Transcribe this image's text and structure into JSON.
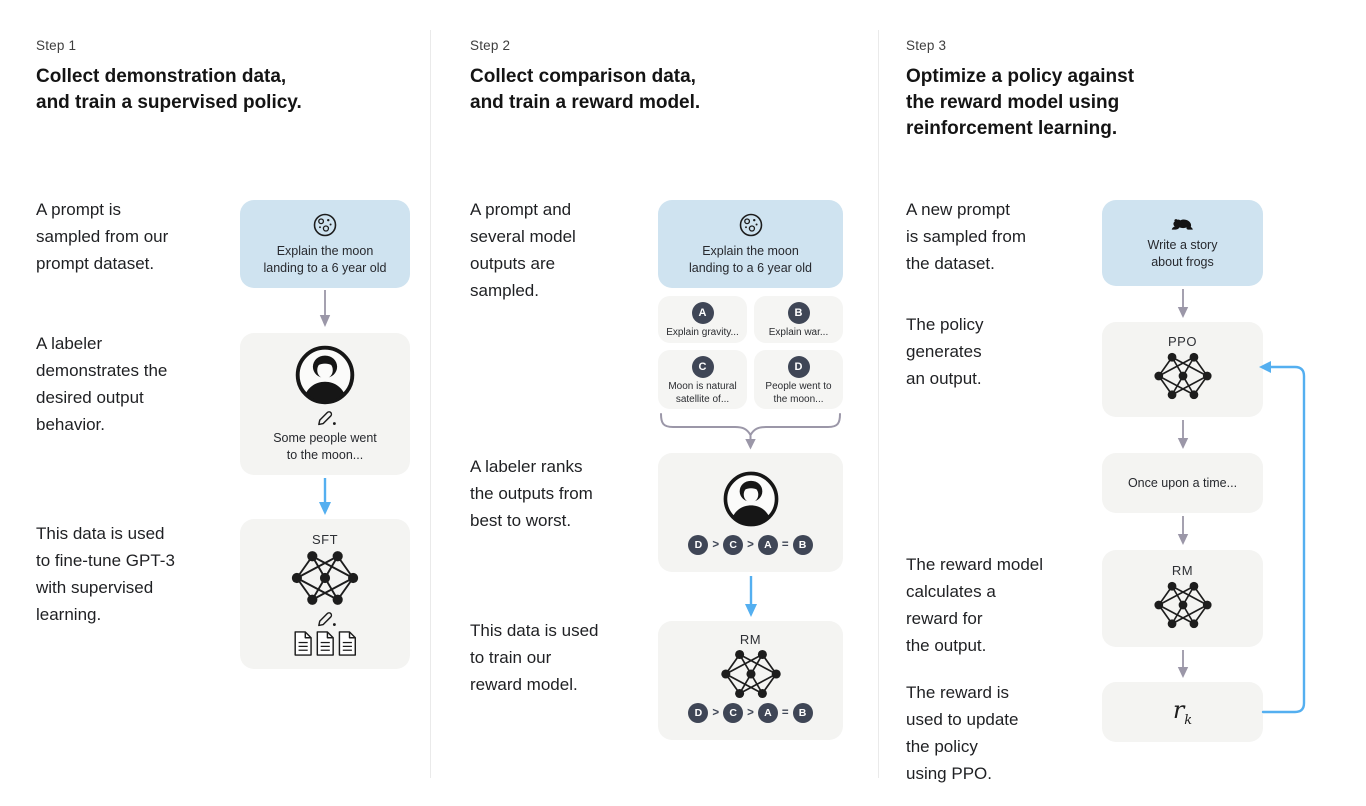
{
  "colors": {
    "prompt_box_blue": "#cfe3f0",
    "panel_gray": "#f4f4f2",
    "badge_slate": "#3f4656",
    "arrow_gray": "#9b97a8",
    "arrow_blue": "#54aff0",
    "text_dark": "#1f2023"
  },
  "steps": [
    {
      "step_label": "Step 1",
      "title": "Collect demonstration data,\nand train a supervised policy.",
      "paragraphs": [
        "A prompt is\nsampled from our\nprompt dataset.",
        "A labeler\ndemonstrates the\ndesired output\nbehavior.",
        "This data is used\nto fine-tune GPT-3\nwith supervised\nlearning."
      ],
      "prompt_box": {
        "icon": "moon-icon",
        "text": "Explain the moon\nlanding to a 6 year old"
      },
      "labeler_box": {
        "icon": "labeler-avatar-icon",
        "secondary_icon": "pencil-icon",
        "text": "Some people went\nto the moon..."
      },
      "sft_box": {
        "label": "SFT",
        "icons": [
          "neural-network-icon",
          "pencil-icon",
          "documents-icon"
        ]
      }
    },
    {
      "step_label": "Step 2",
      "title": "Collect comparison data,\nand train a reward model.",
      "paragraphs": [
        "A prompt and\nseveral model\noutputs are\nsampled.",
        "A labeler ranks\nthe outputs from\nbest to worst.",
        "This data is used\nto train our\nreward model."
      ],
      "prompt_box": {
        "icon": "moon-icon",
        "text": "Explain the moon\nlanding to a 6 year old"
      },
      "outputs": [
        {
          "badge": "A",
          "label": "Explain gravity..."
        },
        {
          "badge": "B",
          "label": "Explain war..."
        },
        {
          "badge": "C",
          "label": "Moon is natural\nsatellite of..."
        },
        {
          "badge": "D",
          "label": "People went to\nthe moon..."
        }
      ],
      "labeler_box": {
        "icon": "labeler-avatar-icon",
        "ranking": [
          "D",
          ">",
          "C",
          ">",
          "A",
          "=",
          "B"
        ]
      },
      "rm_box": {
        "label": "RM",
        "icon": "neural-network-icon",
        "ranking": [
          "D",
          ">",
          "C",
          ">",
          "A",
          "=",
          "B"
        ]
      }
    },
    {
      "step_label": "Step 3",
      "title": "Optimize a policy against\nthe reward model using\nreinforcement learning.",
      "paragraphs": [
        "A new prompt\nis sampled from\nthe dataset.",
        "The policy\ngenerates\nan output.",
        "The reward model\ncalculates a\nreward for\nthe output.",
        "The reward is\nused to update\nthe policy\nusing PPO."
      ],
      "prompt_box": {
        "icon": "frog-icon",
        "text": "Write a story\nabout frogs"
      },
      "ppo_box": {
        "label": "PPO",
        "icon": "neural-network-icon"
      },
      "output_box": {
        "text": "Once upon a time..."
      },
      "rm_box": {
        "label": "RM",
        "icon": "neural-network-icon"
      },
      "reward_box": {
        "base": "r",
        "subscript": "k"
      }
    }
  ]
}
